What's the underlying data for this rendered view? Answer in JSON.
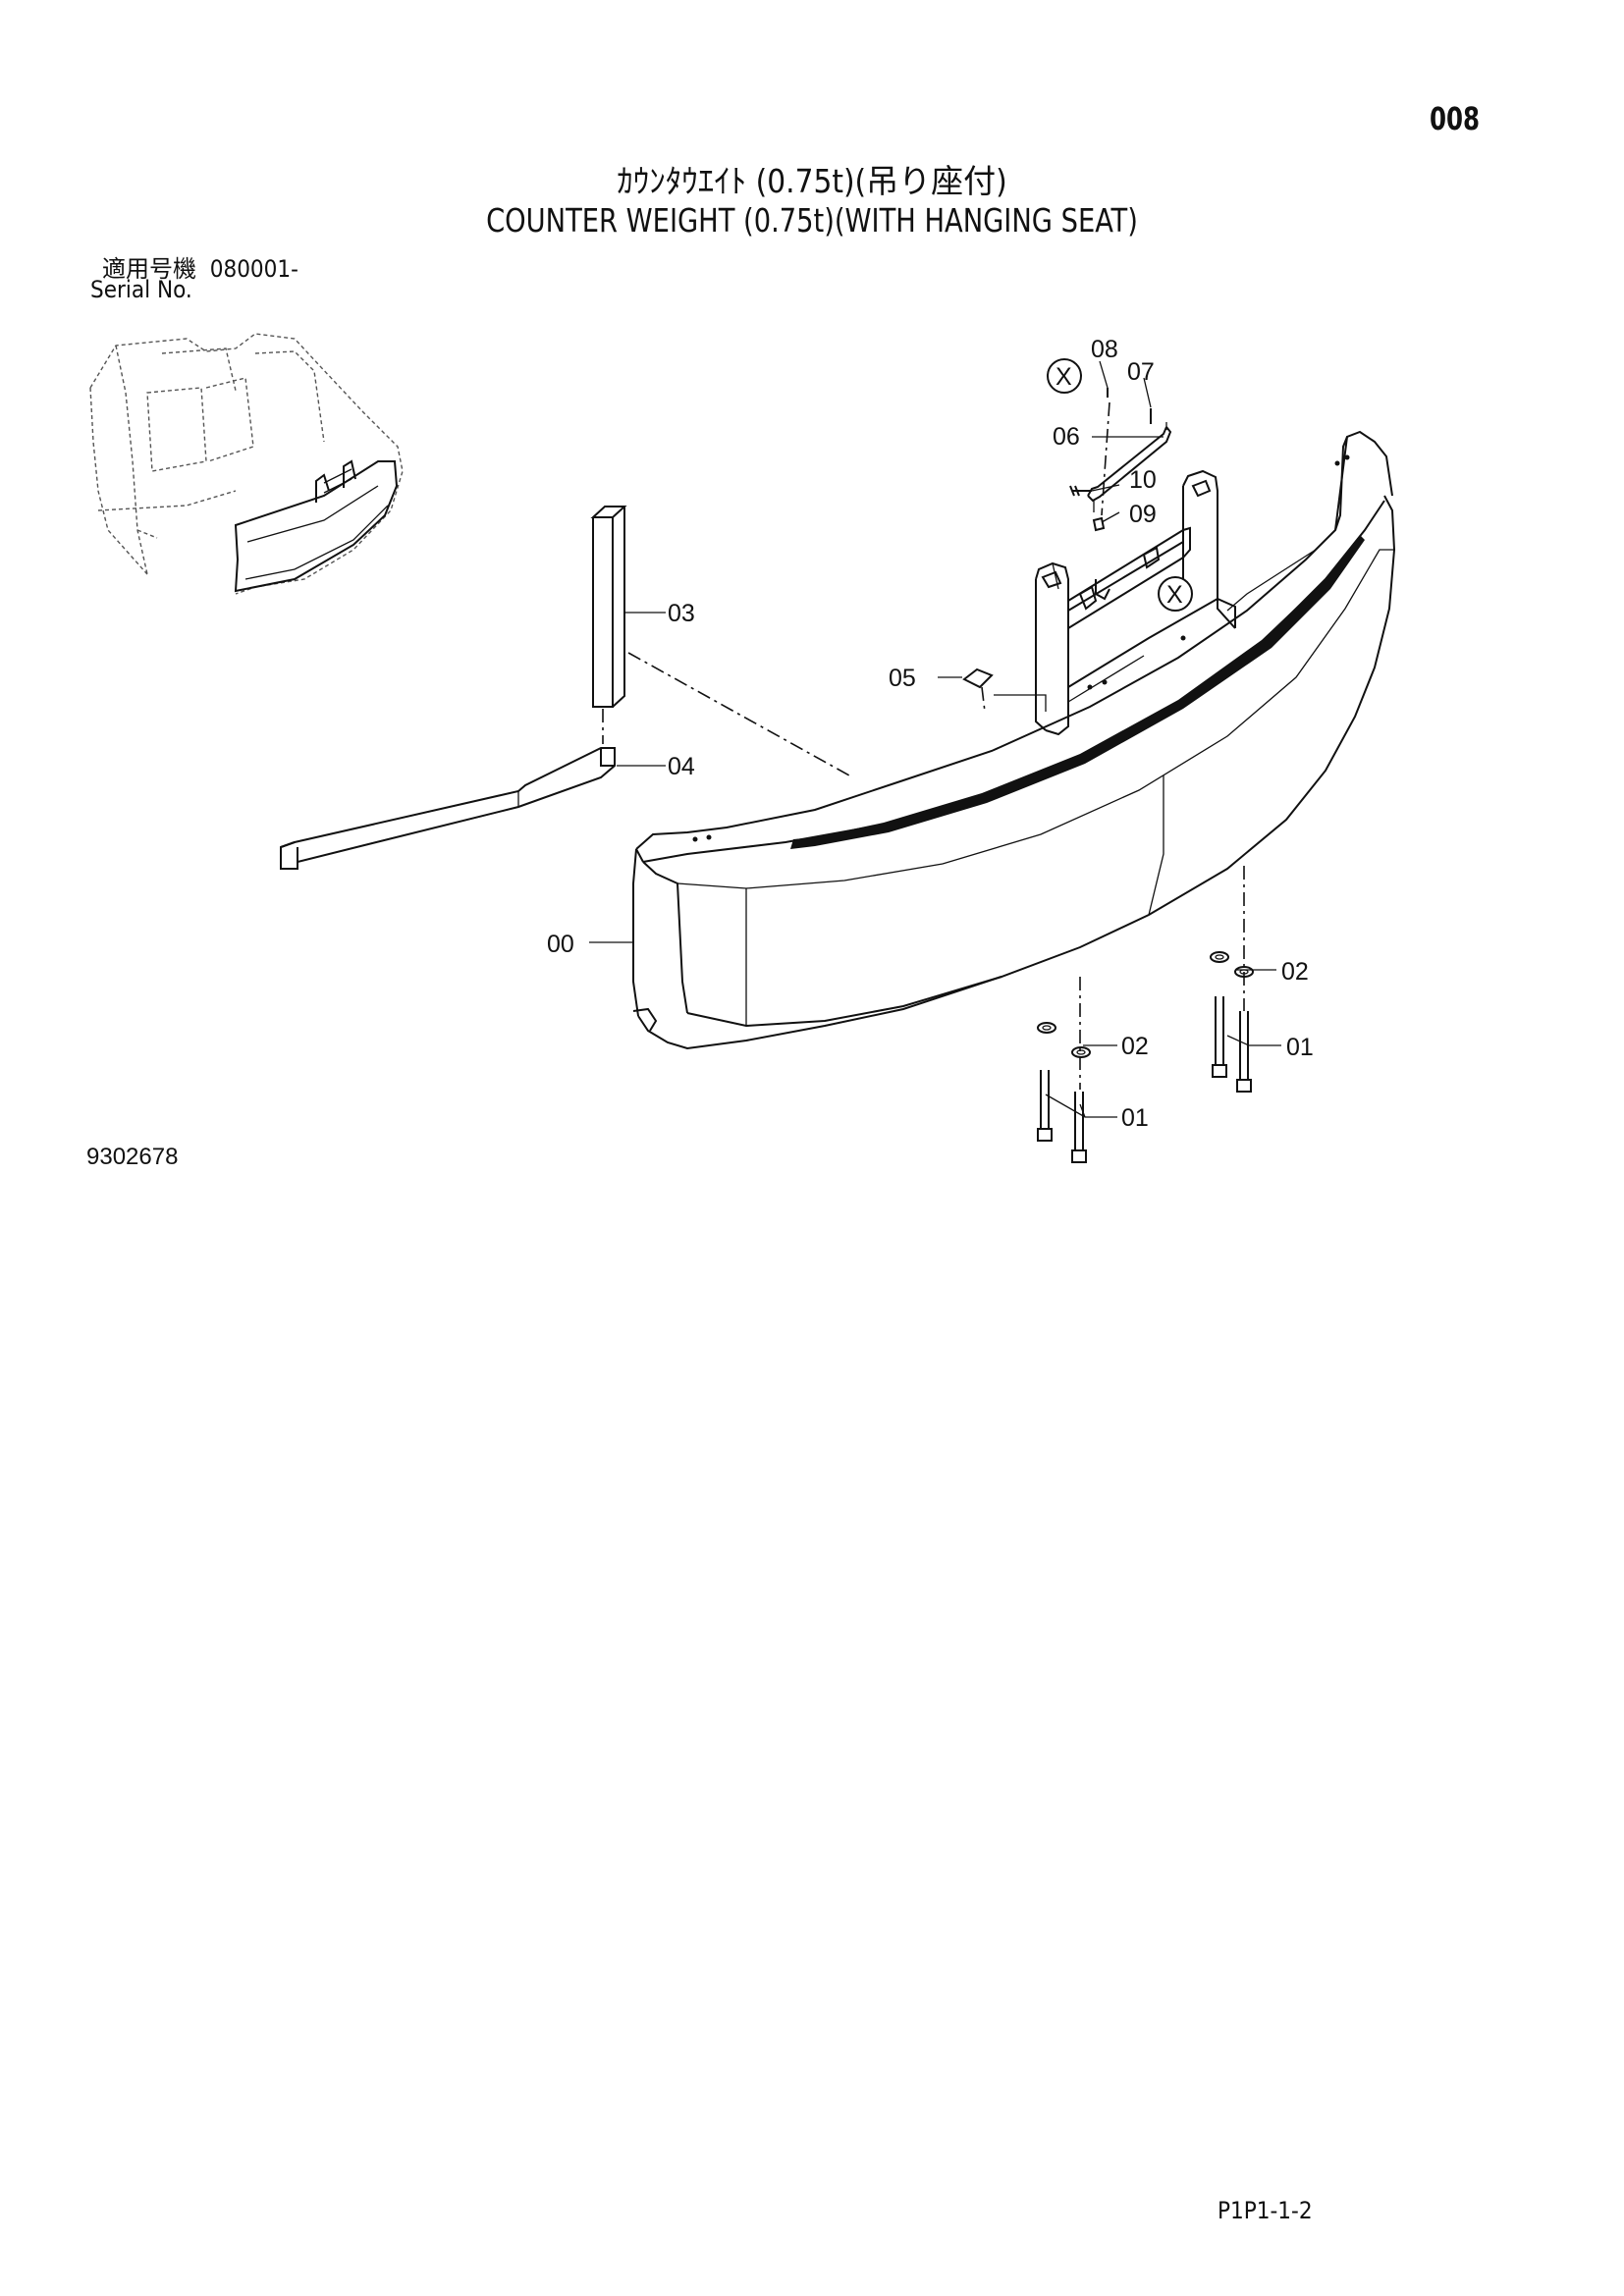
{
  "page_number": "008",
  "title_jp": "ｶｳﾝﾀｳｴｲﾄ (0.75t)(吊り座付)",
  "title_en": "COUNTER WEIGHT (0.75t)(WITH HANGING SEAT)",
  "serial": {
    "label_jp": "適用号機",
    "value": "080001-",
    "label_en": "Serial No."
  },
  "callouts": {
    "p00": "00",
    "p01a": "01",
    "p01b": "01",
    "p02a": "02",
    "p02b": "02",
    "p03": "03",
    "p04": "04",
    "p05": "05",
    "p06": "06",
    "p07": "07",
    "p08": "08",
    "p09": "09",
    "p10": "10",
    "marker_x1": "X",
    "marker_x2": "X"
  },
  "drawing_number": "9302678",
  "page_code": "P1P1-1-2"
}
